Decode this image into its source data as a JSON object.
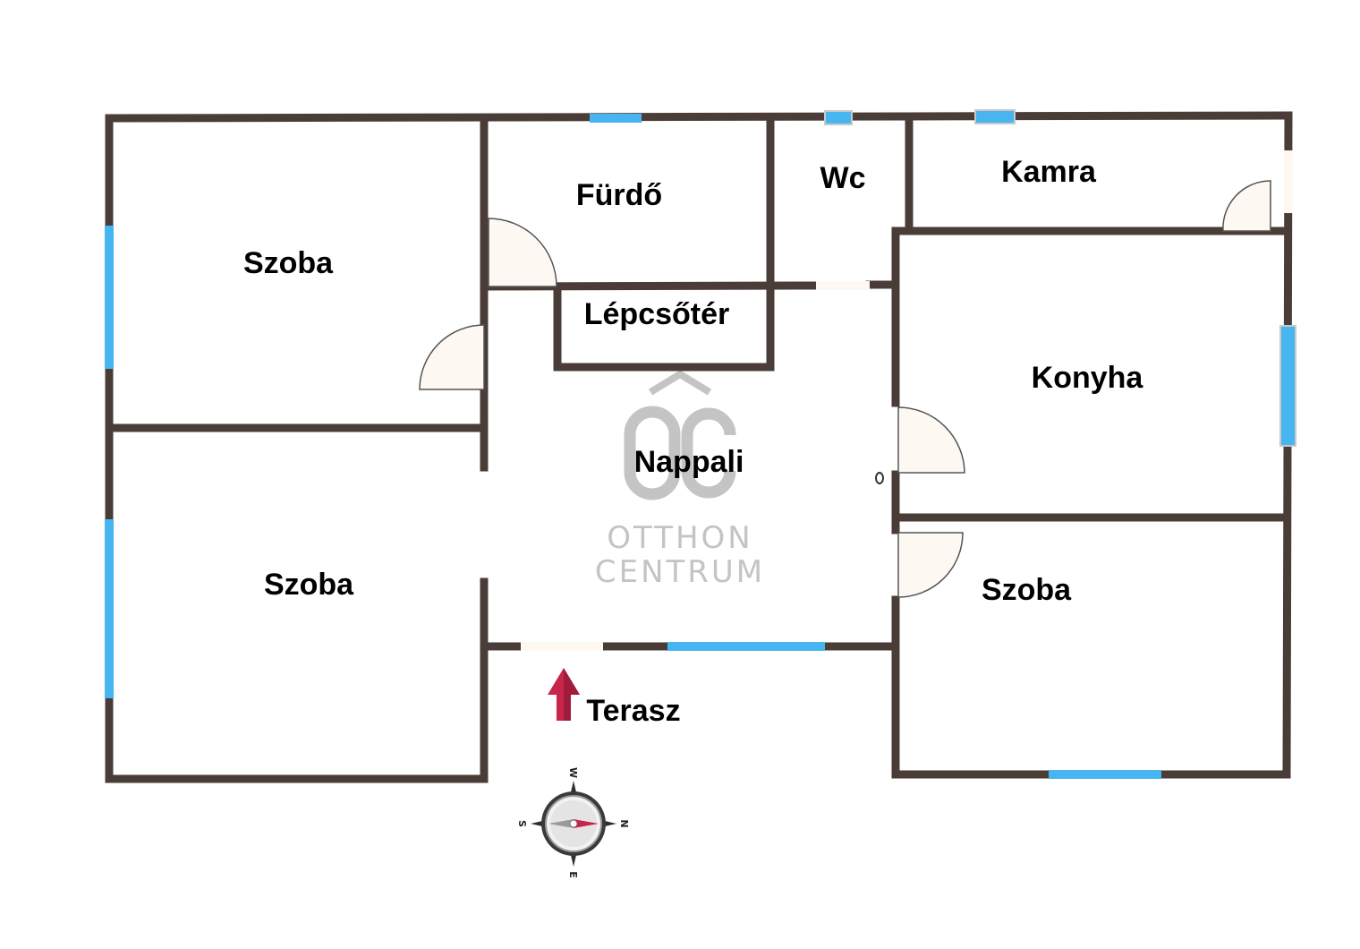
{
  "colors": {
    "wall": "#4a3d38",
    "window": "#47b5f0",
    "window_frame": "#c9c9c9",
    "door_fill": "#fdf8f2",
    "door_stroke": "#555555",
    "watermark": "#c4c4c4",
    "arrow": "#c8254b",
    "compass_needle": "#c8254b"
  },
  "rooms": {
    "szoba_top_left": "Szoba",
    "furdo": "Fürdő",
    "wc": "Wc",
    "kamra": "Kamra",
    "lepcsoter": "Lépcsőtér",
    "konyha": "Konyha",
    "nappali": "Nappali",
    "szoba_bottom_left": "Szoba",
    "szoba_right": "Szoba",
    "terasz": "Terasz"
  },
  "watermark": {
    "logo": "OC",
    "line1": "OTTHON",
    "line2": "CENTRUM"
  },
  "compass": {
    "top": "W",
    "right": "N",
    "bottom": "E",
    "left": "S"
  },
  "icons": {
    "entrance": "entrance-arrow-icon",
    "compass": "compass-rose-icon"
  }
}
